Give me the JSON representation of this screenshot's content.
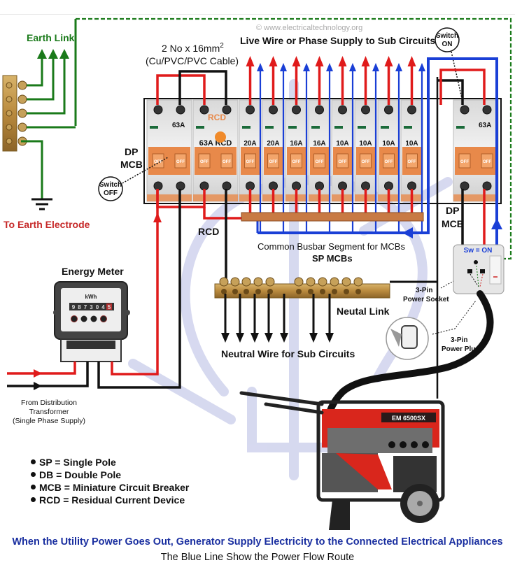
{
  "watermark": "© www.electricaltechnology.org",
  "labels": {
    "earth_link": "Earth Link",
    "to_earth_electrode": "To Earth Electrode",
    "cable_line1": "2 No x 16mm",
    "cable_sup": "2",
    "cable_line2": "(Cu/PVC/PVC Cable)",
    "live_wire": "Live Wire or Phase Supply to Sub Circuits",
    "switch_on_1": "Switch",
    "switch_on_2": "ON",
    "switch_off_1": "Switch",
    "switch_off_2": "OFF",
    "dp_mcb_left_1": "DP",
    "dp_mcb_left_2": "MCB",
    "dp_mcb_right_1": "DP",
    "dp_mcb_right_2": "MCB",
    "rcd_top": "RCD",
    "rcd_side": "RCD",
    "busbar": "Common Busbar Segment for MCBs",
    "sp_mcbs": "SP MCBs",
    "neutral_link": "Neutal Link",
    "neutral_wire": "Neutral Wire for Sub Circuits",
    "energy_meter": "Energy Meter",
    "kwh": "kWh",
    "meter_reading": [
      "9",
      "8",
      "7",
      "3",
      "0",
      "4",
      "5"
    ],
    "from_dist_1": "From Distribution",
    "from_dist_2": "Transformer",
    "from_dist_3": "(Single Phase Supply)",
    "sw_on": "Sw = ON",
    "socket_1": "3-Pin",
    "socket_2": "Power Socket",
    "plug_1": "3-Pin",
    "plug_2": "Power Plug",
    "generator_model": "EM 6500SX"
  },
  "breakers": [
    {
      "name": "main-dp-mcb",
      "rating": "63A",
      "poles": 2
    },
    {
      "name": "rcd",
      "rating": "63A RCD",
      "poles": 2
    },
    {
      "name": "sp-mcb-1",
      "rating": "20A",
      "poles": 1
    },
    {
      "name": "sp-mcb-2",
      "rating": "20A",
      "poles": 1
    },
    {
      "name": "sp-mcb-3",
      "rating": "16A",
      "poles": 1
    },
    {
      "name": "sp-mcb-4",
      "rating": "16A",
      "poles": 1
    },
    {
      "name": "sp-mcb-5",
      "rating": "10A",
      "poles": 1
    },
    {
      "name": "sp-mcb-6",
      "rating": "10A",
      "poles": 1
    },
    {
      "name": "sp-mcb-7",
      "rating": "10A",
      "poles": 1
    },
    {
      "name": "sp-mcb-8",
      "rating": "10A",
      "poles": 1
    },
    {
      "name": "generator-dp-mcb",
      "rating": "63A",
      "poles": 2
    }
  ],
  "breaker_switch_text": "OFF",
  "legend": [
    "SP = Single Pole",
    "DB = Double Pole",
    "MCB = Miniature Circuit Breaker",
    "RCD = Residual Current Device"
  ],
  "footer": {
    "title": "When the Utility Power Goes Out, Generator Supply Electricity to the Connected Electrical Appliances",
    "subtitle": "The Blue Line Show the Power Flow Route"
  },
  "colors": {
    "live": "#e01b1b",
    "neutral": "#111111",
    "earth": "#1a7a1a",
    "power_flow": "#1a3fd6",
    "breaker_orange": "#e8894a",
    "footer_blue": "#1a2fa0",
    "earth_label_red": "#c62828"
  }
}
